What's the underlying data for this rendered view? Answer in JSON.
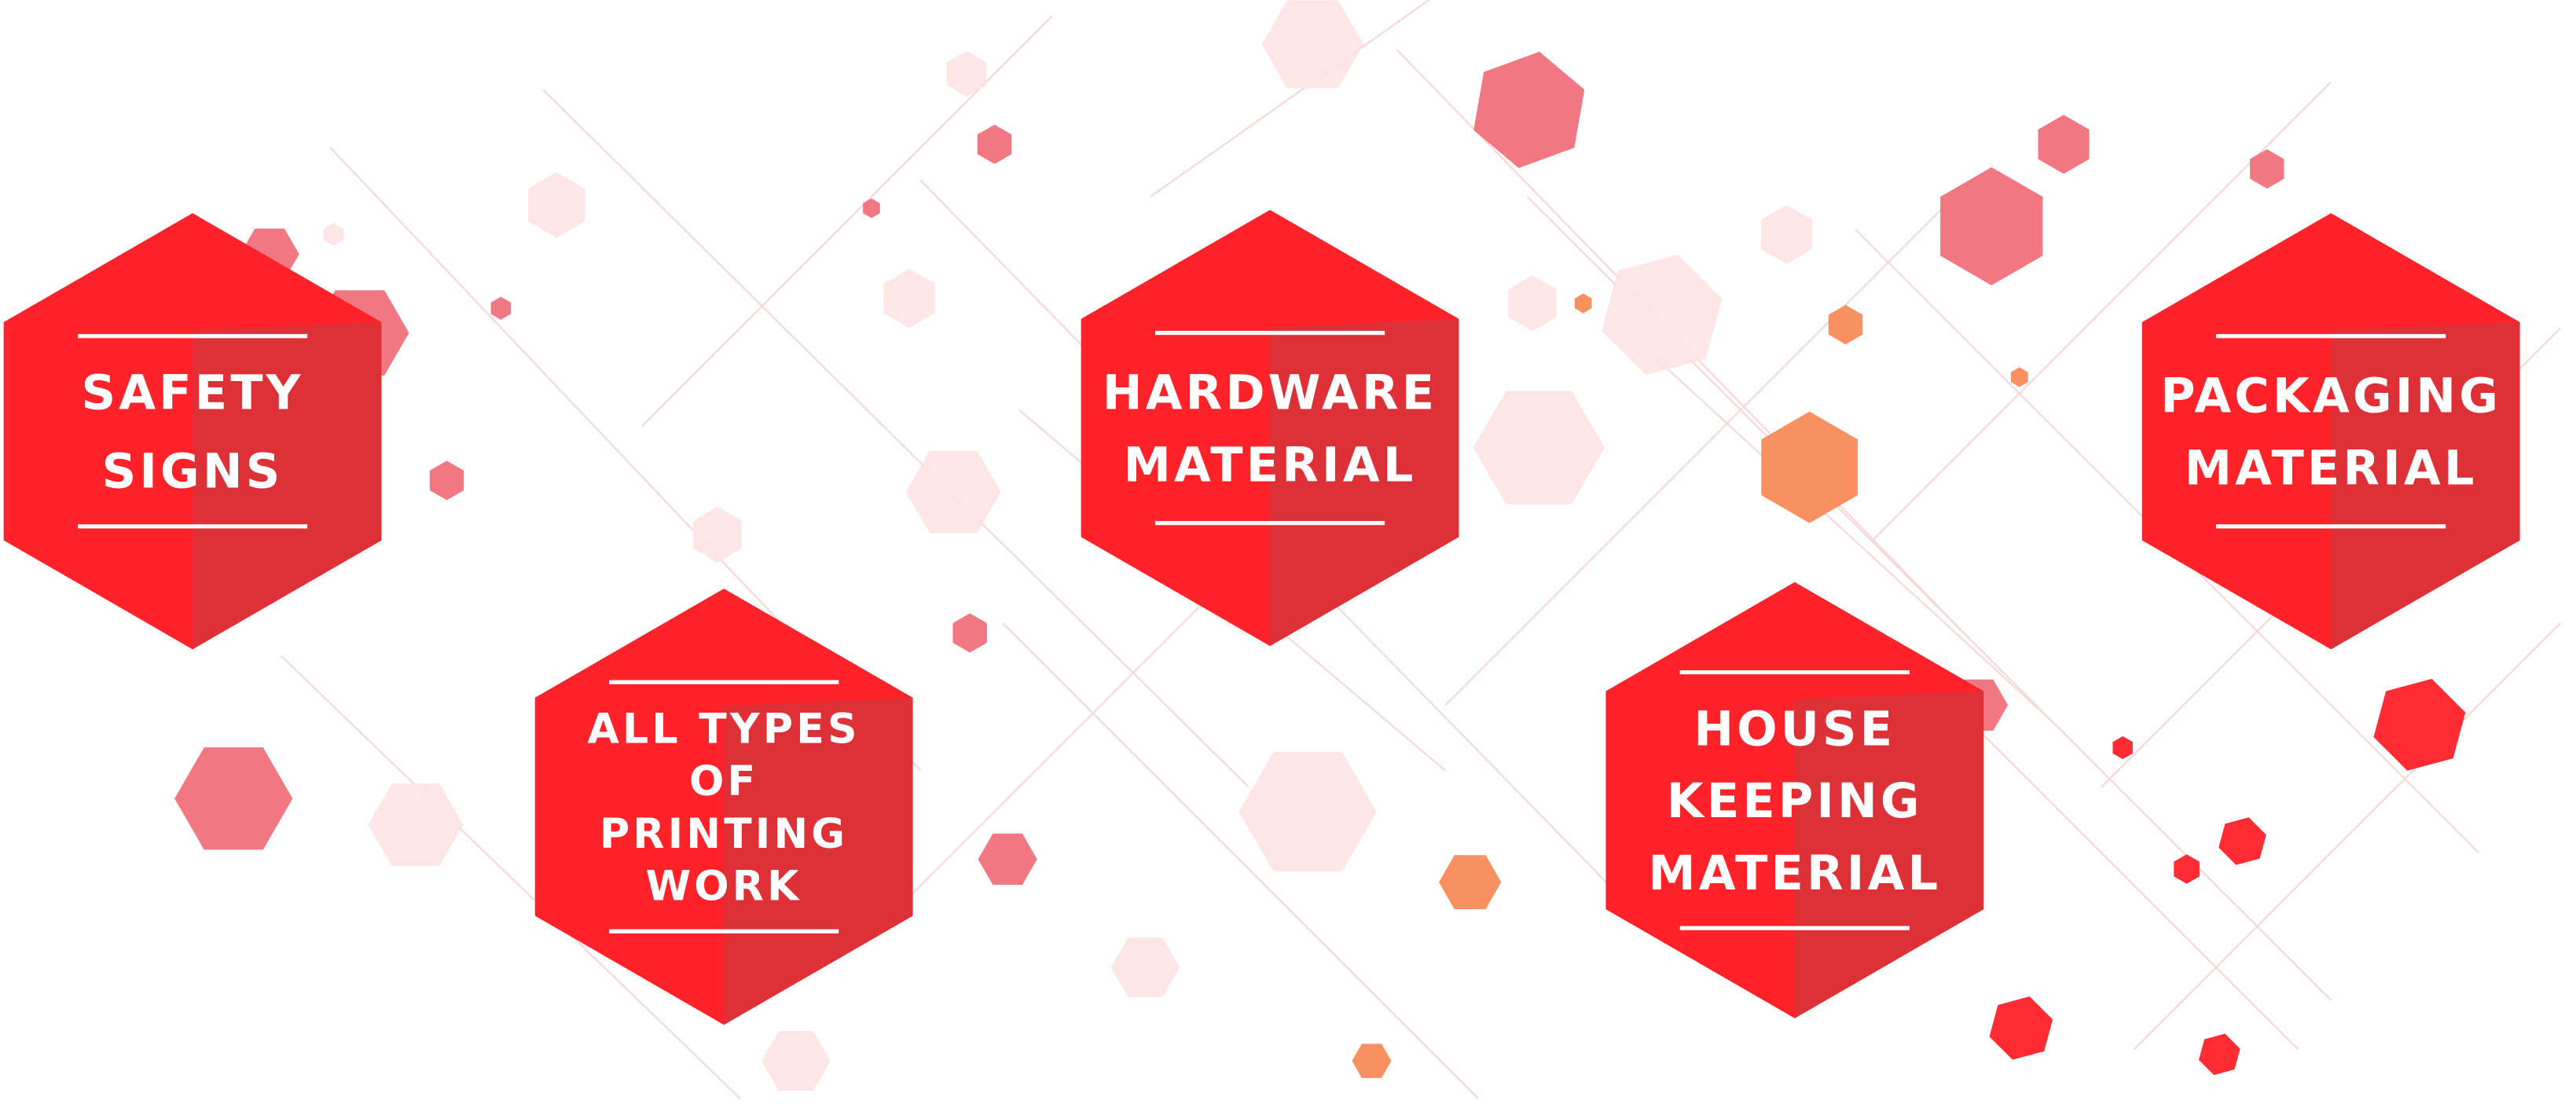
{
  "colors": {
    "primary_red": "#ff2228",
    "shade_red": "#d8323a",
    "light_pink": "#fde3e2",
    "pink": "#f0707c",
    "orange": "#f88a5a",
    "divider": "#ffffff"
  },
  "categories": [
    {
      "id": "safety-signs",
      "lines": [
        "SAFETY",
        "SIGNS"
      ]
    },
    {
      "id": "printing-work",
      "lines": [
        "ALL TYPES",
        "OF",
        "PRINTING",
        "WORK"
      ]
    },
    {
      "id": "hardware-material",
      "lines": [
        "HARDWARE",
        "MATERIAL"
      ]
    },
    {
      "id": "house-keeping-material",
      "lines": [
        "HOUSE",
        "KEEPING",
        "MATERIAL"
      ]
    },
    {
      "id": "packaging-material",
      "lines": [
        "PACKAGING",
        "MATERIAL"
      ]
    }
  ]
}
